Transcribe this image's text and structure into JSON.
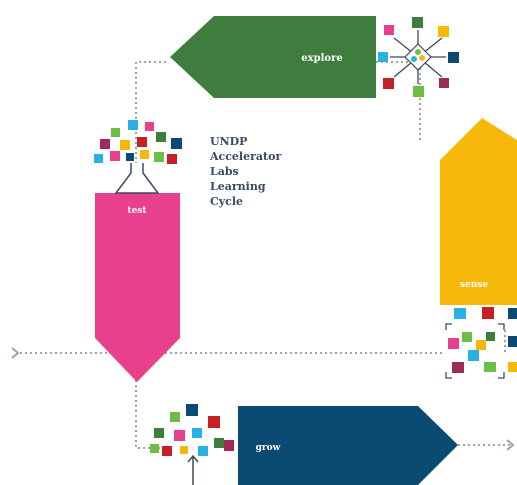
{
  "diagram": {
    "title_lines": [
      "UNDP",
      "Accelerator",
      "Labs",
      "Learning",
      "Cycle"
    ],
    "stages": {
      "explore": {
        "label": "explore",
        "color": "#3f7d3e"
      },
      "sense": {
        "label": "sense",
        "color": "#f6b90b"
      },
      "test": {
        "label": "test",
        "color": "#e8408c"
      },
      "grow": {
        "label": "grow",
        "color": "#0b4a73"
      }
    },
    "text_color": "#3a4a63",
    "connector_color": "#9aa4ad"
  }
}
